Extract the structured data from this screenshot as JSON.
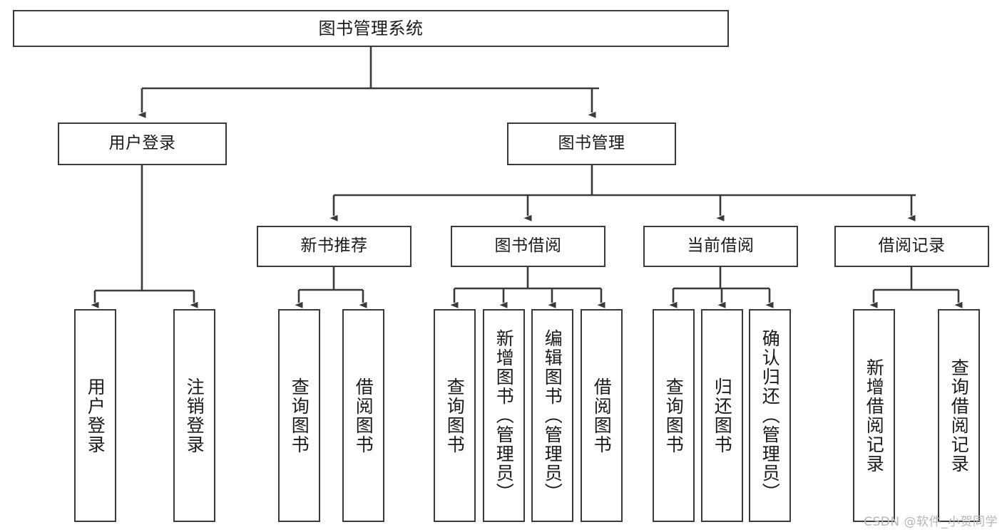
{
  "diagram": {
    "title": "图书管理系统",
    "watermark": "CSDN @软件_小贺同学",
    "colors": {
      "background": "#ffffff",
      "border": "#3a3a3a",
      "text": "#1a1a1a",
      "edge": "#3a3a3a",
      "watermark": "#b6b6b6"
    },
    "root": {
      "label": "图书管理系统"
    },
    "level2": [
      {
        "label": "用户登录"
      },
      {
        "label": "图书管理"
      }
    ],
    "level3": [
      {
        "label": "新书推荐"
      },
      {
        "label": "图书借阅"
      },
      {
        "label": "当前借阅"
      },
      {
        "label": "借阅记录"
      }
    ],
    "leaves": {
      "user_login": [
        {
          "label": "用户登录"
        },
        {
          "label": "注销登录"
        }
      ],
      "new_book": [
        {
          "label": "查询图书"
        },
        {
          "label": "借阅图书"
        }
      ],
      "book_borrow": [
        {
          "label": "查询图书"
        },
        {
          "label": "新增图书（管理员）"
        },
        {
          "label": "编辑图书（管理员）"
        },
        {
          "label": "借阅图书"
        }
      ],
      "current_borrow": [
        {
          "label": "查询图书"
        },
        {
          "label": "归还图书"
        },
        {
          "label": "确认归还（管理员）"
        }
      ],
      "borrow_record": [
        {
          "label": "新增借阅记录"
        },
        {
          "label": "查询借阅记录"
        }
      ]
    }
  }
}
